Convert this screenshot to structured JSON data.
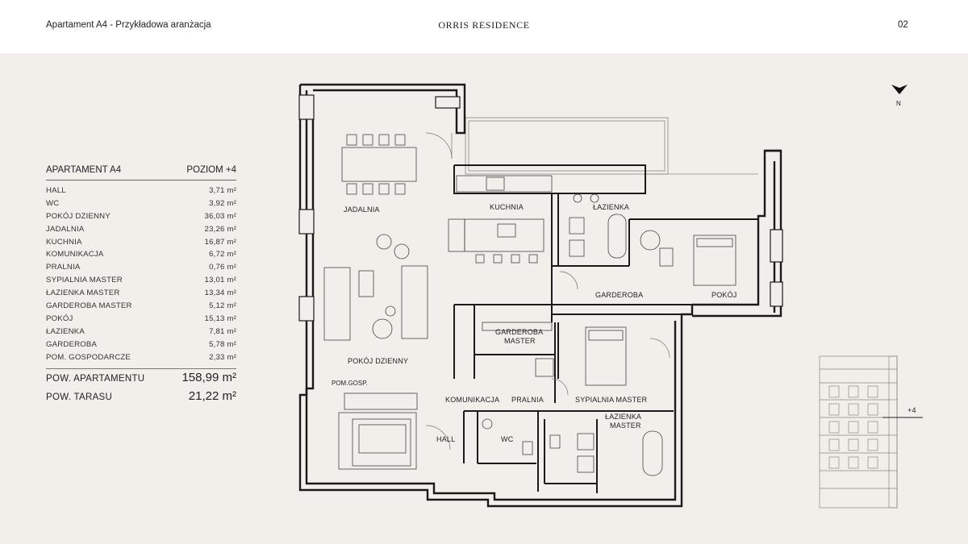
{
  "header": {
    "left": "Apartament A4 - Przykładowa aranżacja",
    "center": "ORRIS RESIDENCE",
    "right": "02"
  },
  "spec": {
    "title": "APARTAMENT A4",
    "level": "POZIOM +4",
    "rooms": [
      {
        "name": "HALL",
        "area": "3,71 m²"
      },
      {
        "name": "WC",
        "area": "3,92 m²"
      },
      {
        "name": "POKÓJ DZIENNY",
        "area": "36,03 m²"
      },
      {
        "name": "JADALNIA",
        "area": "23,26 m²"
      },
      {
        "name": "KUCHNIA",
        "area": "16,87 m²"
      },
      {
        "name": "KOMUNIKACJA",
        "area": "6,72 m²"
      },
      {
        "name": "PRALNIA",
        "area": "0,76 m²"
      },
      {
        "name": "SYPIALNIA MASTER",
        "area": "13,01 m²"
      },
      {
        "name": "ŁAZIENKA MASTER",
        "area": "13,34 m²"
      },
      {
        "name": "GARDEROBA MASTER",
        "area": "5,12 m²"
      },
      {
        "name": "POKÓJ",
        "area": "15,13 m²"
      },
      {
        "name": "ŁAZIENKA",
        "area": "7,81 m²"
      },
      {
        "name": "GARDEROBA",
        "area": "5,78 m²"
      },
      {
        "name": "POM. GOSPODARCZE",
        "area": "2,33 m²"
      }
    ],
    "apartment_area_label": "POW. APARTAMENTU",
    "apartment_area": "158,99 m²",
    "terrace_area_label": "POW. TARASU",
    "terrace_area": "21,22 m²"
  },
  "plan": {
    "room_labels": {
      "jadalnia": "JADALNIA",
      "kuchnia": "KUCHNIA",
      "lazienka": "ŁAZIENKA",
      "pokoj": "POKÓJ",
      "garderoba": "GARDEROBA",
      "garderoba_master_1": "GARDEROBA",
      "garderoba_master_2": "MASTER",
      "pokoj_dzienny": "POKÓJ DZIENNY",
      "pom_gosp": "POM.GOSP.",
      "komunikacja": "KOMUNIKACJA",
      "pralnia": "PRALNIA",
      "sypialnia_master": "SYPIALNIA MASTER",
      "lazienka_master_1": "ŁAZIENKA",
      "lazienka_master_2": "MASTER",
      "hall": "HALL",
      "wc": "WC"
    },
    "compass_label": "N",
    "level_marker": "+4"
  }
}
